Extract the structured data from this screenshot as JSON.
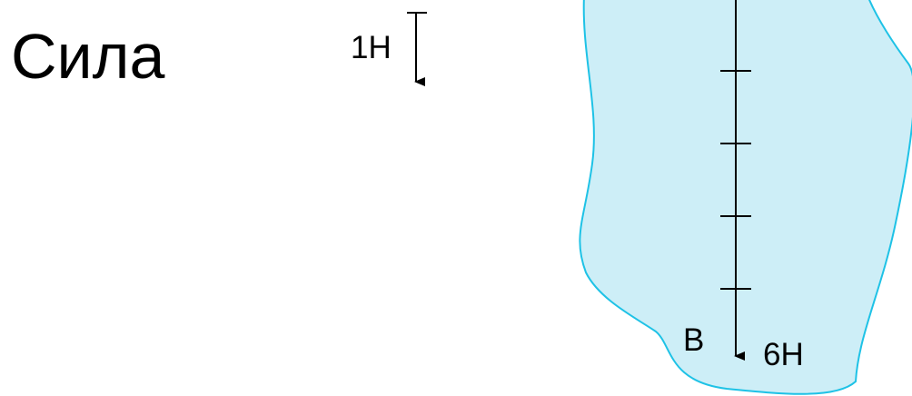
{
  "title": "Сила",
  "scale": {
    "label": "1Н",
    "value_newtons": 1
  },
  "force": {
    "point_label": "В",
    "magnitude_label": "6Н",
    "value_newtons": 6,
    "direction": "down"
  },
  "colors": {
    "body_fill": "#cdeef7",
    "body_stroke": "#1ec2e6",
    "line": "#000000"
  }
}
